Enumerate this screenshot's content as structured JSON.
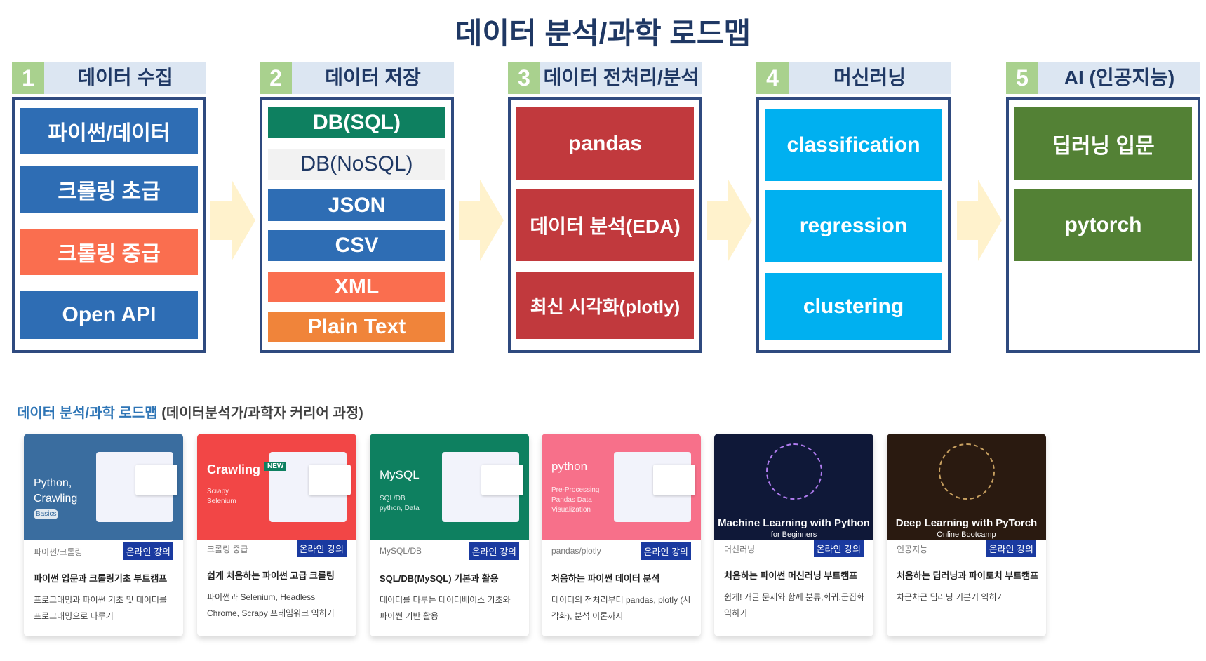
{
  "title": "데이터 분석/과학 로드맵",
  "columns": [
    {
      "num": "1",
      "label": "데이터 수집",
      "items": [
        "파이썬/데이터",
        "크롤링 초급",
        "크롤링 중급",
        "Open API"
      ]
    },
    {
      "num": "2",
      "label": "데이터 저장",
      "items": [
        "DB(SQL)",
        "DB(NoSQL)",
        "JSON",
        "CSV",
        "XML",
        "Plain Text"
      ]
    },
    {
      "num": "3",
      "label": "데이터 전처리/분석",
      "items": [
        "pandas",
        "데이터 분석(EDA)",
        "최신 시각화(plotly)"
      ]
    },
    {
      "num": "4",
      "label": "머신러닝",
      "items": [
        "classification",
        "regression",
        "clustering"
      ]
    },
    {
      "num": "5",
      "label": "AI (인공지능)",
      "items": [
        "딥러닝 입문",
        "pytorch"
      ]
    }
  ],
  "section": {
    "title": "데이터 분석/과학 로드맵",
    "subtitle": "(데이터분석가/과학자 커리어 과정)"
  },
  "cards": [
    {
      "thumb_title": "Python, Crawling",
      "thumb_sub": "Basics",
      "category": "파이썬/크롤링",
      "badge": "온라인 강의",
      "title": "파이썬 입문과 크롤링기초 부트캠프",
      "desc": "프로그래밍과 파이썬 기초 및 데이터를 프로그래밍으로 다루기"
    },
    {
      "thumb_title": "Crawling",
      "thumb_sub": "Scrapy Selenium",
      "thumb_tag": "NEW",
      "category": "크롤링 중급",
      "badge": "온라인 강의",
      "title": "쉽게 처음하는 파이썬 고급 크롤링",
      "desc": "파이썬과 Selenium, Headless Chrome, Scrapy 프레임워크 익히기"
    },
    {
      "thumb_title": "MySQL",
      "thumb_sub": "SQL/DB python, Data",
      "category": "MySQL/DB",
      "badge": "온라인 강의",
      "title": "SQL/DB(MySQL) 기본과 활용",
      "desc": "데이터를 다루는 데이터베이스 기초와 파이썬 기반 활용"
    },
    {
      "thumb_title": "python",
      "thumb_sub": "Pre-Processing Pandas Data Visualization",
      "category": "pandas/plotly",
      "badge": "온라인 강의",
      "title": "처음하는 파이썬 데이터 분석",
      "desc": "데이터의 전처리부터 pandas, plotly (시각화), 분석 이론까지"
    },
    {
      "thumb_title": "Machine Learning with Python",
      "thumb_sub": "for Beginners",
      "category": "머신러닝",
      "badge": "온라인 강의",
      "title": "처음하는 파이썬 머신러닝 부트캠프",
      "desc": "쉽게! 캐글 문제와 함께 분류,회귀,군집화 익히기"
    },
    {
      "thumb_title": "Deep Learning with PyTorch",
      "thumb_sub": "Online Bootcamp",
      "category": "인공지능",
      "badge": "온라인 강의",
      "title": "처음하는 딥러닝과 파이토치 부트캠프",
      "desc": "차근차근 딥러닝 기본기 익히기"
    }
  ],
  "colors": {
    "navy": "#1f3864",
    "blue": "#2e6db4",
    "coral": "#fa6e4f",
    "orange": "#f0843a",
    "green": "#0e8060",
    "red": "#c1393d",
    "cyan": "#00b0f0",
    "leaf": "#538135"
  }
}
